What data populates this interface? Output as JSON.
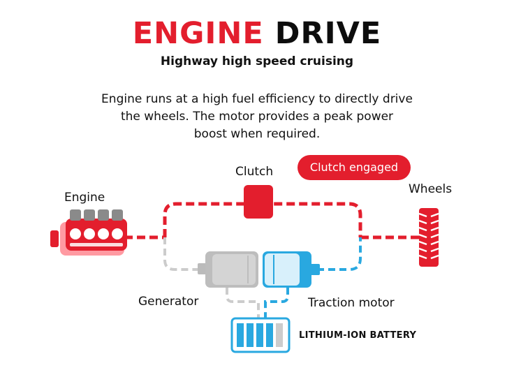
{
  "header": {
    "title_part1": "ENGINE",
    "title_part2": "DRIVE",
    "subtitle": "Highway high speed cruising"
  },
  "description": [
    "Engine runs at a high fuel efficiency to directly drive",
    "the wheels. The motor provides a peak power",
    "boost when required."
  ],
  "labels": {
    "clutch": "Clutch",
    "clutch_status": "Clutch engaged",
    "engine": "Engine",
    "wheels": "Wheels",
    "generator": "Generator",
    "traction_motor": "Traction motor",
    "battery": "LITHIUM-ION BATTERY"
  },
  "colors": {
    "active": "#e31e2d",
    "inactive": "#cccccc",
    "electric": "#29a8e0",
    "text": "#111111"
  }
}
